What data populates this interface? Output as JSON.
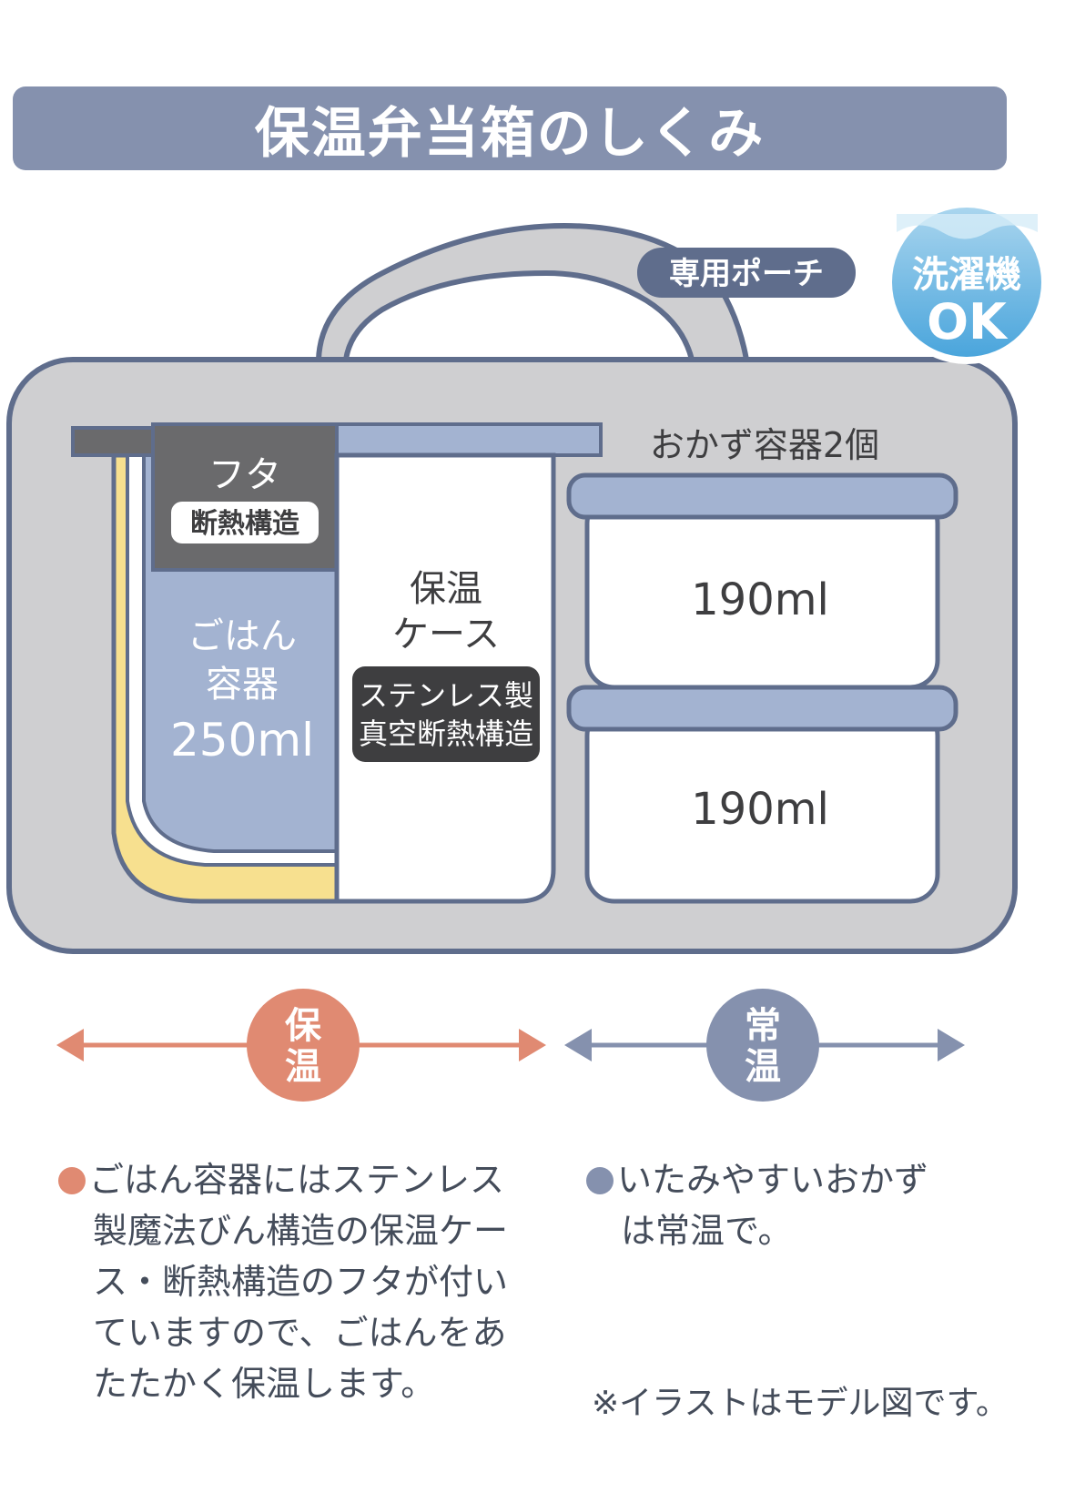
{
  "title": "保温弁当箱のしくみ",
  "pouch_label": "専用ポーチ",
  "washing_badge": {
    "line1": "洗濯機",
    "line2": "OK"
  },
  "rice_container": {
    "lid_label": "フタ",
    "lid_tag": "断熱構造",
    "label_line1": "ごはん",
    "label_line2": "容器",
    "volume": "250ml"
  },
  "insulated_case": {
    "label_line1": "保温",
    "label_line2": "ケース",
    "tag_line1": "ステンレス製",
    "tag_line2": "真空断熱構造"
  },
  "side_containers": {
    "heading": "おかず容器2個",
    "top_volume": "190ml",
    "bottom_volume": "190ml"
  },
  "zones": {
    "warm": {
      "line1": "保",
      "line2": "温",
      "color": "#e08a72"
    },
    "room": {
      "line1": "常",
      "line2": "温",
      "color": "#8591ae"
    }
  },
  "descriptions": {
    "left_lines": [
      "ごはん容器にはステンレス",
      "製魔法びん構造の保温ケー",
      "ス・断熱構造のフタが付い",
      "ていますので、ごはんをあ",
      "たたかく保温します。"
    ],
    "right_lines": [
      "いたみやすいおかず",
      "は常温で。"
    ]
  },
  "note": "※イラストはモデル図です。",
  "colors": {
    "outline": "#5f6d8c",
    "pouch_fill": "#cfcfd1",
    "lid_dark": "#6a6a6c",
    "rice_blue": "#a3b3d1",
    "warm_yellow": "#f7e08f",
    "white": "#ffffff",
    "dark_tag": "#3e3e40"
  }
}
